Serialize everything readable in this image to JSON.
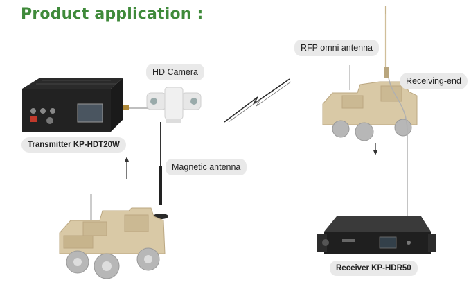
{
  "title": "Product application :",
  "labels": {
    "hd_camera": "HD Camera",
    "rfp_antenna": "RFP omni antenna",
    "receiving_end": "Receiving-end",
    "transmitter": "Transmitter KP-HDT20W",
    "magnetic_antenna": "Magnetic antenna",
    "receiver": "Receiver KP-HDR50"
  }
}
